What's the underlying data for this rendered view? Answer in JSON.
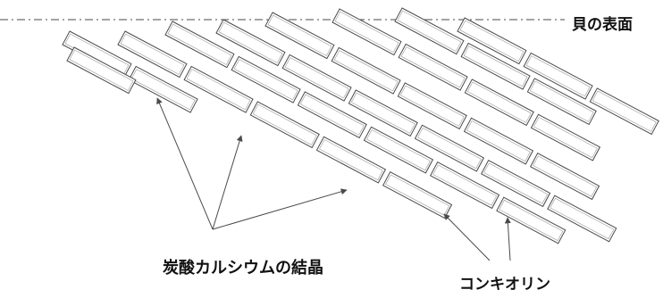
{
  "labels": {
    "shell_surface": "貝の表面",
    "calcium_carbonate_crystal": "炭酸カルシウムの結晶",
    "conchiolin": "コンキオリン"
  },
  "colors": {
    "line": "#4a4a4a",
    "fill": "#ffffff",
    "text": "#111111"
  }
}
